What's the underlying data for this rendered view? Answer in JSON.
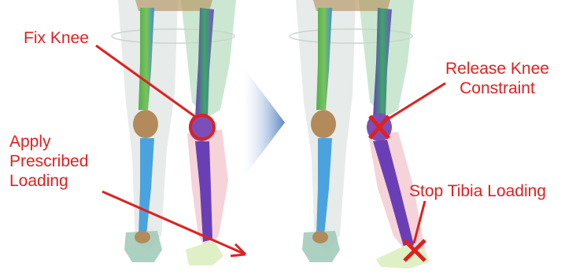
{
  "labels": {
    "fix_knee": "Fix Knee",
    "apply_prescribed_loading": [
      "Apply",
      "Prescribed",
      "Loading"
    ],
    "release_knee_constraint": [
      "Release Knee",
      "Constraint"
    ],
    "stop_tibia_loading": "Stop Tibia Loading"
  },
  "colors": {
    "annotation": "#e02020",
    "transition_arrow": "#6f94c8",
    "femur_left": "#3cb44b",
    "femur_right": "#8a5cc2",
    "tibia_left": "#4aa3df",
    "tibia_right": "#6a3fb5",
    "flesh_green": "#b9dfc2",
    "flesh_pink": "#f2c4cc"
  },
  "icons": {
    "knee_marker": "circle-icon",
    "release_marker": "x-mark-icon",
    "stop_marker": "x-mark-icon",
    "transition": "chevron-right-icon"
  }
}
